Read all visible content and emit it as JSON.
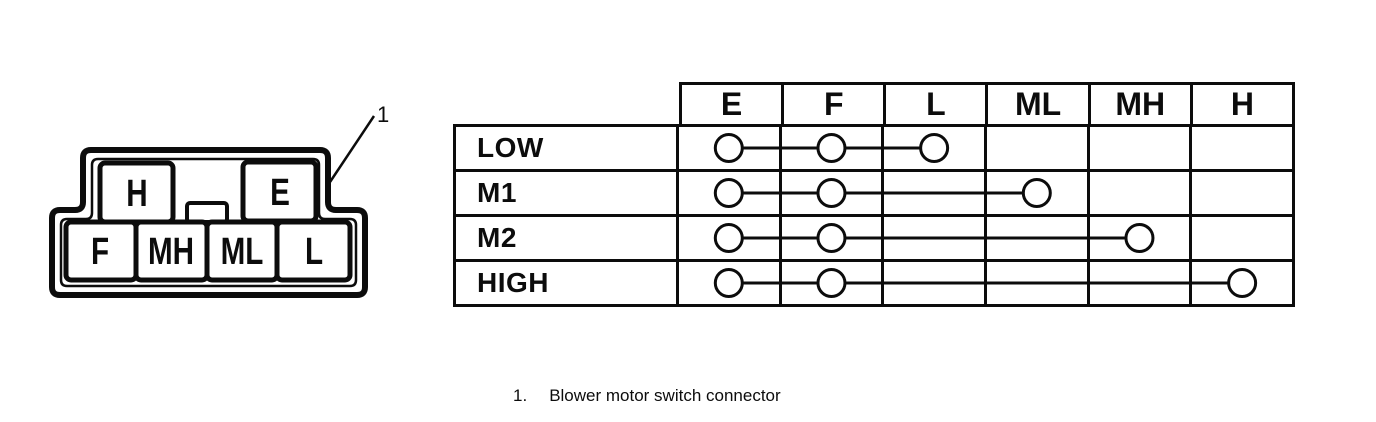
{
  "figure": {
    "callout": {
      "number": "1"
    },
    "caption": {
      "number": "1.",
      "text": "Blower motor switch connector"
    }
  },
  "connector": {
    "description": "blower-motor-switch-connector-face-view",
    "top_row": [
      {
        "label": "H"
      },
      {
        "label": "E"
      }
    ],
    "bottom_row": [
      {
        "label": "F"
      },
      {
        "label": "MH"
      },
      {
        "label": "ML"
      },
      {
        "label": "L"
      }
    ]
  },
  "table": {
    "columns": [
      "E",
      "F",
      "L",
      "ML",
      "MH",
      "H"
    ],
    "rows": [
      {
        "label": "LOW",
        "connected": [
          "E",
          "F",
          "L"
        ]
      },
      {
        "label": "M1",
        "connected": [
          "E",
          "F",
          "ML"
        ]
      },
      {
        "label": "M2",
        "connected": [
          "E",
          "F",
          "MH"
        ]
      },
      {
        "label": "HIGH",
        "connected": [
          "E",
          "F",
          "H"
        ]
      }
    ]
  },
  "colors": {
    "ink": "#0c0c0c",
    "paper": "#ffffff"
  }
}
